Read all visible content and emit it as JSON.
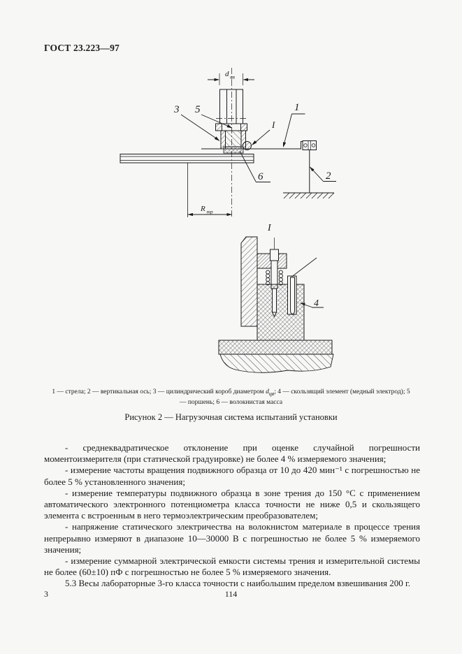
{
  "page": {
    "header_title": "ГОСТ 23.223—97",
    "footer": {
      "left_page_number": "3",
      "center_page_number": "114"
    }
  },
  "figure": {
    "main": {
      "label_1": "1",
      "label_2": "2",
      "label_3": "3",
      "label_5": "5",
      "label_6": "6",
      "detail_marker": "I",
      "dim_diameter_symbol": "d",
      "dim_diameter_subscript": "цв",
      "dim_radius_symbol": "R",
      "dim_radius_subscript": "тр"
    },
    "detail": {
      "title": "I",
      "label_4": "4"
    },
    "legend": {
      "before_symbol": "1 — стрела; 2 — вертикальная ось; 3 — цилиндрический короб диаметром ",
      "symbol": "d",
      "symbol_subscript": "цв",
      "after_symbol": "; 4 — скользящий элемент (медный электрод); 5 — поршень; 6 — волокнистая масса"
    },
    "caption": "Рисунок 2 — Нагрузочная система испытаний установки"
  },
  "body": {
    "paragraphs": [
      "- среднеквадратическое отклонение при оценке случайной погрешности моментоизмерителя (при статической градуировке) не более 4 % измеряемого значения;",
      "- измерение частоты вращения подвижного образца от 10 до 420 мин⁻¹ с погрешностью не более 5 % установленного значения;",
      "- измерение температуры подвижного образца в зоне трения до 150 °С с применением автоматического электронного потенциометра класса точности не ниже 0,5 и скользящего элемента с встроенным в него термоэлектрическим преобразователем;",
      "- напряжение статического электричества на волокнистом материале в процессе трения непрерывно измеряют в диапазоне 10—30000 В с погрешностью не более 5 % измеряемого значения;",
      "- измерение суммарной электрической емкости системы трения и измерительной системы не более (60±10) пФ с погрешностью не более 5 % измеряемого значения.",
      "5.3 Весы лабораторные 3-го класса точности с наибольшим пределом взвешивания 200 г."
    ]
  }
}
